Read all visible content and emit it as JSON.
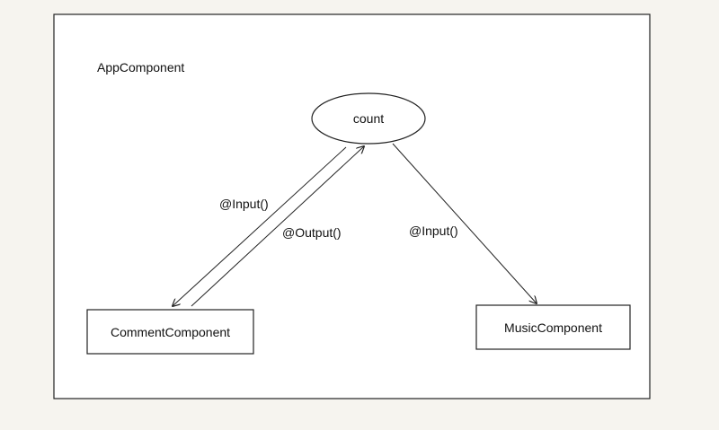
{
  "container": {
    "label": "AppComponent"
  },
  "nodes": {
    "count": {
      "label": "count"
    },
    "comment": {
      "label": "CommentComponent"
    },
    "music": {
      "label": "MusicComponent"
    }
  },
  "edges": [
    {
      "from": "count",
      "to": "CommentComponent",
      "label": "@Input()"
    },
    {
      "from": "CommentComponent",
      "to": "count",
      "label": "@Output()"
    },
    {
      "from": "count",
      "to": "MusicComponent",
      "label": "@Input()"
    }
  ],
  "colors": {
    "background": "#f6f4ef",
    "canvas": "#ffffff",
    "stroke": "#222222"
  }
}
